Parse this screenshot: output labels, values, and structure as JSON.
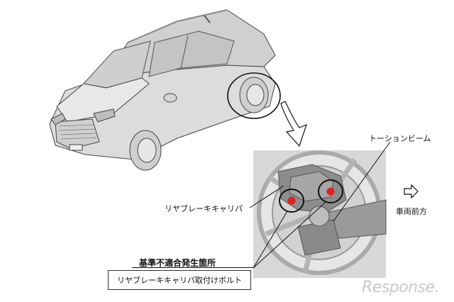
{
  "labels": {
    "torsion_beam": "トーションビーム",
    "rear_brake_caliper": "リヤブレーキキャリパ",
    "vehicle_front": "車両前方",
    "nonconformity_location": "基準不適合発生箇所",
    "caliper_mounting_bolt": "リヤブレーキキャリパ取付けボルト"
  },
  "watermark": "Response.",
  "colors": {
    "bolt_highlight": "#e02020",
    "line": "#222222",
    "body_fill": "#e4e4e4",
    "photo_bg": "#d8d8d8"
  },
  "icons": [
    "front-direction-arrow-icon"
  ]
}
